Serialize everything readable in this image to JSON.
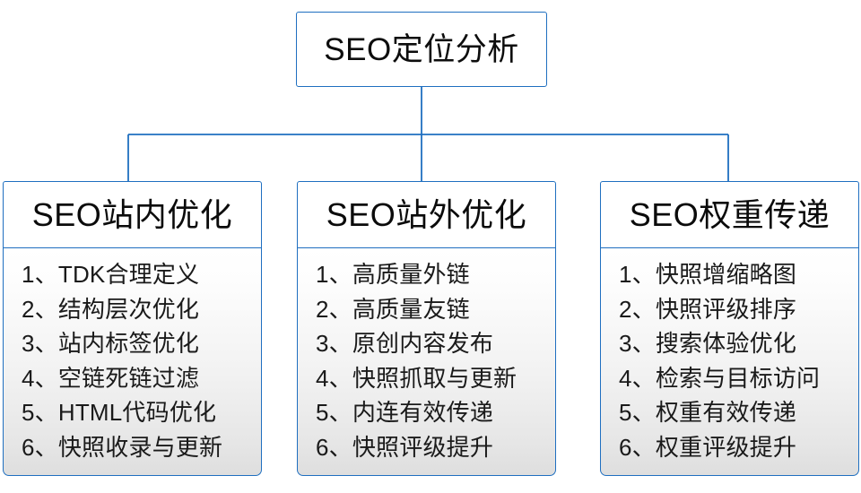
{
  "diagram": {
    "root": {
      "label": "SEO定位分析"
    },
    "branches": [
      {
        "title": "SEO站内优化",
        "items": [
          "1、TDK合理定义",
          "2、结构层次优化",
          "3、站内标签优化",
          "4、空链死链过滤",
          "5、HTML代码优化",
          "6、快照收录与更新"
        ]
      },
      {
        "title": "SEO站外优化",
        "items": [
          "1、高质量外链",
          "2、高质量友链",
          "3、原创内容发布",
          "4、快照抓取与更新",
          "5、内连有效传递",
          "6、快照评级提升"
        ]
      },
      {
        "title": "SEO权重传递",
        "items": [
          "1、快照增缩略图",
          "2、快照评级排序",
          "3、搜索体验优化",
          "4、检索与目标访问",
          "5、权重有效传递",
          "6、权重评级提升"
        ]
      }
    ],
    "colors": {
      "border": "#1f6fc0",
      "connector": "#1f6fc0",
      "text": "#111111",
      "body_fill_top": "#ffffff",
      "body_fill_bottom": "#dedede",
      "header_fill": "#ffffff",
      "background": "#ffffff"
    }
  }
}
